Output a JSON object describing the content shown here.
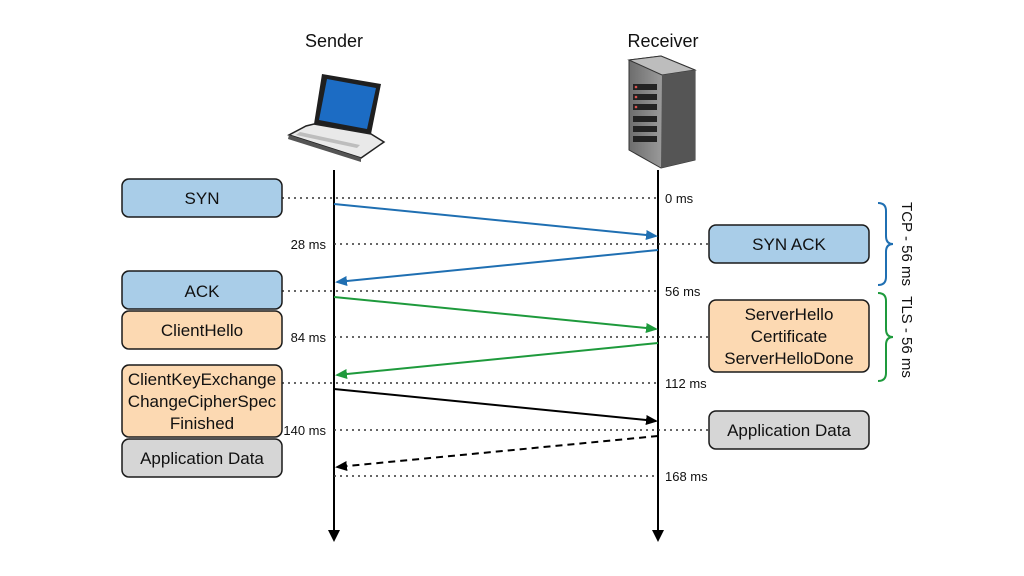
{
  "header": {
    "sender": "Sender",
    "receiver": "Receiver"
  },
  "times": {
    "t0": "0 ms",
    "t28": "28 ms",
    "t56": "56 ms",
    "t84": "84 ms",
    "t112": "112 ms",
    "t140": "140 ms",
    "t168": "168 ms"
  },
  "sender_boxes": {
    "syn": "SYN",
    "ack": "ACK",
    "client_hello": "ClientHello",
    "client_key_line1": "ClientKeyExchange",
    "client_key_line2": "ChangeCipherSpec",
    "client_key_line3": "Finished",
    "app_data": "Application Data"
  },
  "receiver_boxes": {
    "syn_ack": "SYN ACK",
    "server_line1": "ServerHello",
    "server_line2": "Certificate",
    "server_line3": "ServerHelloDone",
    "app_data": "Application Data"
  },
  "braces": {
    "tcp": "TCP - 56 ms",
    "tls": "TLS - 56 ms"
  },
  "colors": {
    "blue_box": "#a9cde8",
    "orange_box": "#fcd9b2",
    "gray_box": "#d6d6d6",
    "tcp_arrow": "#1f6fb2",
    "tls_arrow": "#1e9a3c",
    "data_arrow": "#000000",
    "brace": "#1f6fb2",
    "tls_brace": "#1e9a3c"
  },
  "icons": {
    "sender": "laptop-icon",
    "receiver": "server-icon"
  }
}
